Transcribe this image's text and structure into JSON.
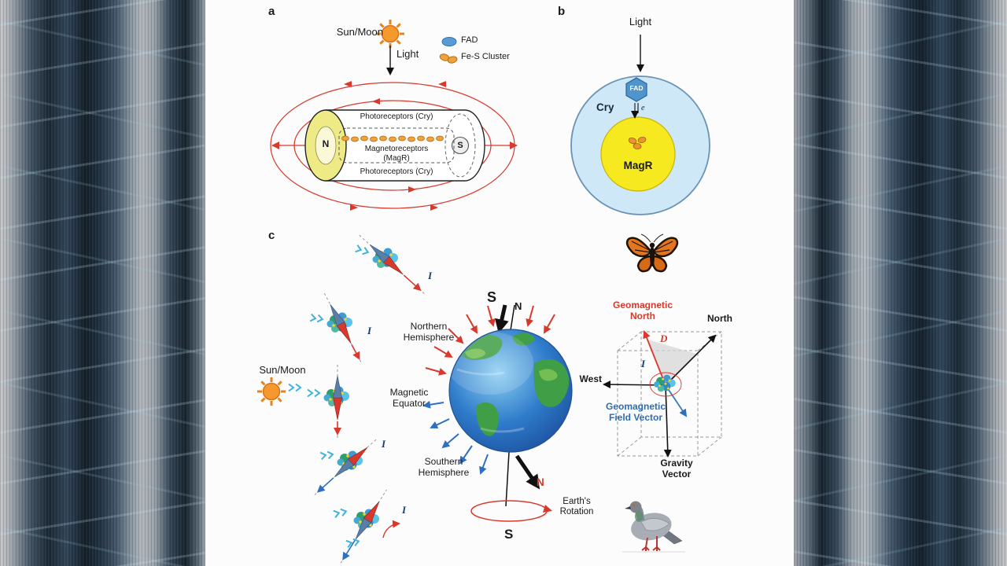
{
  "panel_a": {
    "label": "a",
    "sun_moon": "Sun/Moon",
    "light": "Light",
    "legend_fad": "FAD",
    "legend_fes": "Fe-S Cluster",
    "rod_top": "Photoreceptors (Cry)",
    "rod_mid_1": "Magnetoreceptors",
    "rod_mid_2": "(MagR)",
    "rod_bottom": "Photoreceptors (Cry)",
    "pole_n": "N",
    "pole_s": "S"
  },
  "panel_b": {
    "label": "b",
    "light": "Light",
    "cry": "Cry",
    "fad": "FAD",
    "electron": "e",
    "magr": "MagR"
  },
  "panel_c": {
    "label": "c",
    "sun_moon": "Sun/Moon",
    "northern_hemisphere": "Northern Hemisphere",
    "magnetic_equator": "Magnetic Equator",
    "southern_hemisphere": "Southern Hemisphere",
    "earths_rotation": "Earth's Rotation",
    "pole_s_top": "S",
    "pole_n_top": "N",
    "pole_n_bottom": "N",
    "pole_s_bottom": "S",
    "inclination": "I",
    "declination": "D",
    "geomagnetic_north": "Geomagnetic North",
    "true_north": "North",
    "west": "West",
    "geomagnetic_field_vector": "Geomagnetic Field Vector",
    "gravity_vector": "Gravity Vector"
  },
  "colors": {
    "field_red": "#d8392c",
    "field_blue": "#2f6fc0",
    "magr_yellow": "#f6e91f",
    "cry_blue": "#cfe8f8",
    "fad_blue": "#4f94cd",
    "fes_orange": "#efa23c",
    "sun_orange": "#f5992e"
  }
}
